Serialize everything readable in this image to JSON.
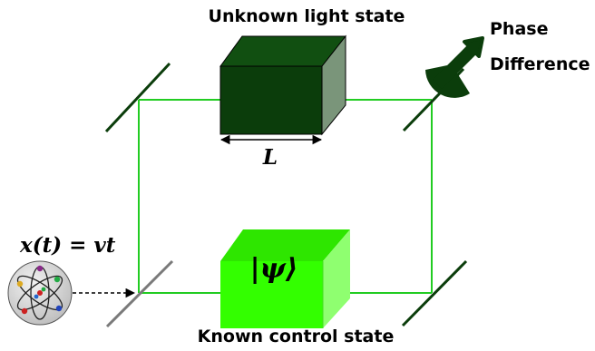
{
  "labels": {
    "unknown_state": "Unknown light state",
    "known_state": "Known control state",
    "phase_line1": "Phase",
    "phase_line2": "Difference",
    "length": "L",
    "ket": "|ψ⟩",
    "position_eq": "x(t) = vt"
  },
  "colors": {
    "beam": "#22cc22",
    "unknown_box_front": "#0b3d0b",
    "unknown_box_top": "#114f11",
    "unknown_box_side": "#7a957a",
    "known_box_front": "#33ff00",
    "known_box_top": "#2ee600",
    "known_box_side": "#8fff70",
    "phase_icon": "#0b3d0b",
    "mirror_dark": "#0b3d0b",
    "mirror_gray": "#7a7a7a"
  }
}
